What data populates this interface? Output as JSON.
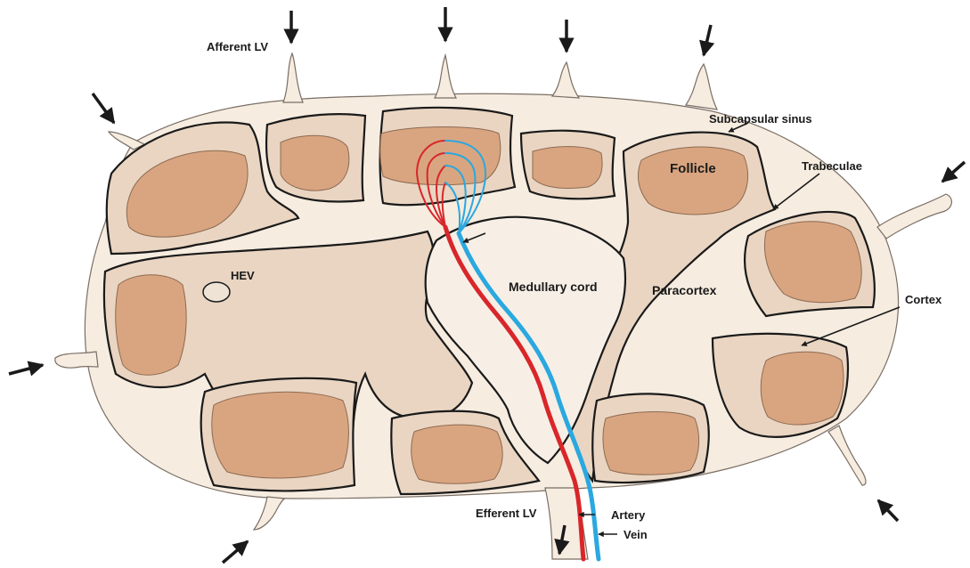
{
  "labels": {
    "afferent_lv": "Afferent LV",
    "subcapsular_sinus": "Subcapsular sinus",
    "follicle": "Follicle",
    "trabeculae": "Trabeculae",
    "hev": "HEV",
    "medullary_cord": "Medullary cord",
    "paracortex": "Paracortex",
    "cortex": "Cortex",
    "efferent_lv": "Efferent LV",
    "artery": "Artery",
    "vein": "Vein"
  },
  "colors": {
    "capsule": "#f6ece0",
    "cortex_fill": "#e9d5c2",
    "follicle": "#d9a580",
    "medulla": "#f7efe6",
    "outline": "#1a1a1a",
    "artery": "#d9262a",
    "vein": "#2aa8e0"
  }
}
